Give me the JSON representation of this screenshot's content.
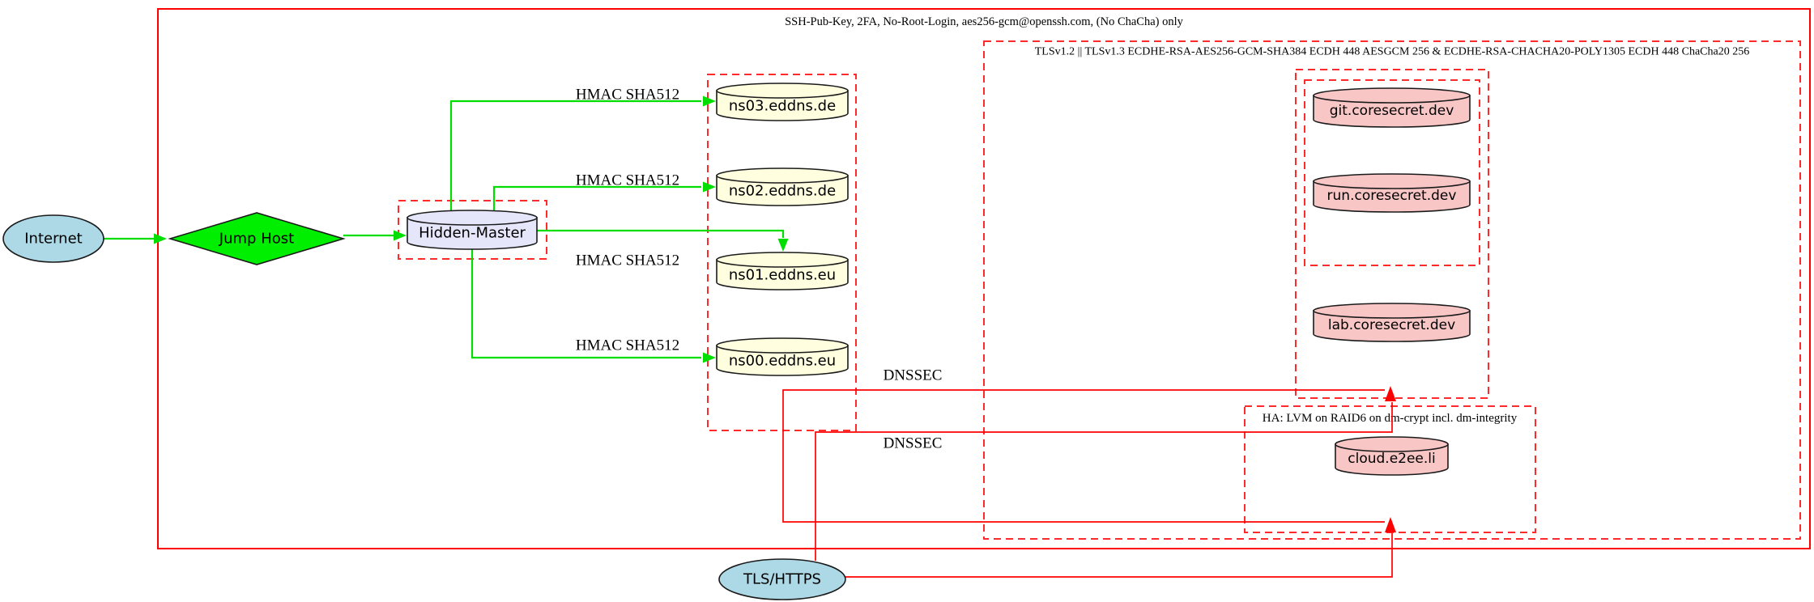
{
  "diagram": {
    "clusters": {
      "ssh": {
        "label": "SSH-Pub-Key, 2FA, No-Root-Login, aes256-gcm@openssh.com, (No ChaCha) only"
      },
      "tls": {
        "label": "TLSv1.2 || TLSv1.3 ECDHE-RSA-AES256-GCM-SHA384 ECDH 448 AESGCM 256 & ECDHE-RSA-CHACHA20-POLY1305 ECDH 448 ChaCha20 256"
      },
      "ha": {
        "label": "HA: LVM on RAID6 on dm-crypt incl. dm-integrity"
      }
    },
    "nodes": {
      "internet": {
        "label": "Internet"
      },
      "jump_host": {
        "label": "Jump Host"
      },
      "hidden_master": {
        "label": "Hidden-Master"
      },
      "ns03": {
        "label": "ns03.eddns.de"
      },
      "ns02": {
        "label": "ns02.eddns.de"
      },
      "ns01": {
        "label": "ns01.eddns.eu"
      },
      "ns00": {
        "label": "ns00.eddns.eu"
      },
      "git": {
        "label": "git.coresecret.dev"
      },
      "run": {
        "label": "run.coresecret.dev"
      },
      "lab": {
        "label": "lab.coresecret.dev"
      },
      "cloud": {
        "label": "cloud.e2ee.li"
      },
      "tls_https": {
        "label": "TLS/HTTPS"
      }
    },
    "edge_labels": {
      "hmac_ns03": "HMAC SHA512",
      "hmac_ns02": "HMAC SHA512",
      "hmac_ns01": "HMAC SHA512",
      "hmac_ns00": "HMAC SHA512",
      "dnssec_1": "DNSSEC",
      "dnssec_2": "DNSSEC"
    },
    "colors": {
      "lightblue": "#ADD8E6",
      "green_fill": "#00EE00",
      "green_edge": "#00DE00",
      "lavender": "#E6E6FA",
      "lightyellow": "#FFFFE0",
      "pink": "#F9C6C6",
      "red": "#FF0000",
      "red_dashed": "#FF2A2A",
      "black": "#000000"
    }
  }
}
